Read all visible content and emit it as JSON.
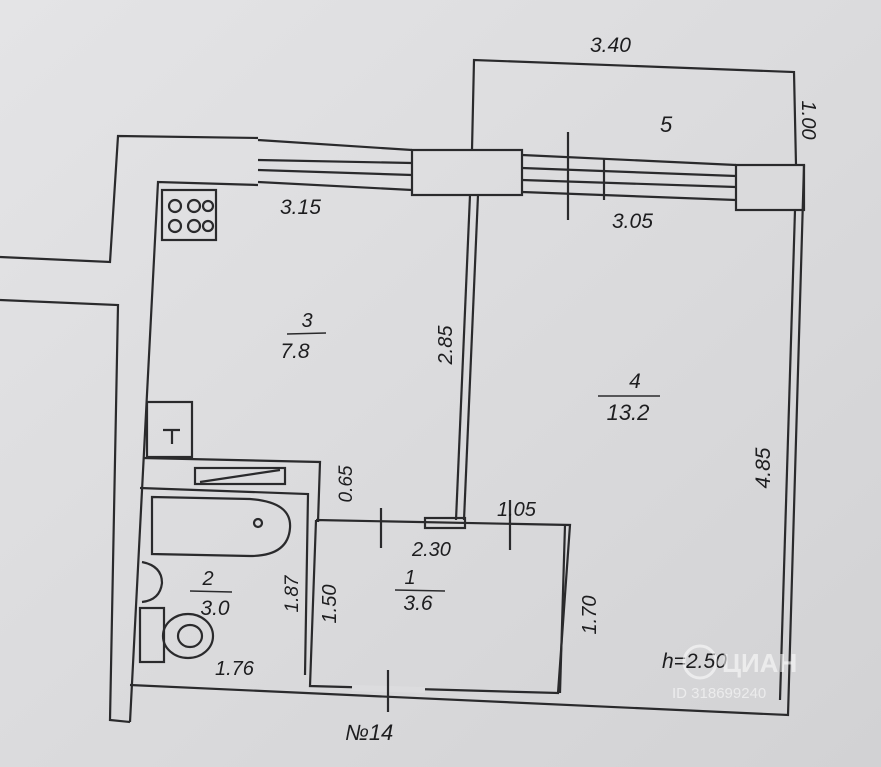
{
  "floor_plan": {
    "apartment_number": "№14",
    "ceiling_height": "h=2.50",
    "rooms": [
      {
        "id": "1",
        "area": "3.6"
      },
      {
        "id": "2",
        "area": "3.0"
      },
      {
        "id": "3",
        "area": "7.8"
      },
      {
        "id": "4",
        "area": "13.2"
      },
      {
        "id": "5",
        "area": ""
      }
    ],
    "dimensions": {
      "balcony_width": "3.40",
      "balcony_depth": "1.00",
      "kitchen_width": "3.15",
      "room_width": "3.05",
      "kitchen_depth": "2.85",
      "room_depth": "4.85",
      "kitchen_lower": "0.65",
      "hall_opening": "1.05",
      "hall_width": "2.30",
      "hall_depth": "1.50",
      "bath_height": "1.87",
      "bath_width": "1.76",
      "room_lower": "1.70"
    },
    "watermark": {
      "brand": "ЦИАН",
      "listing_id": "ID 318699240"
    },
    "colors": {
      "paper": "#dcdcde",
      "wall": "#2a2a2c",
      "watermark": "#ffffff"
    }
  }
}
